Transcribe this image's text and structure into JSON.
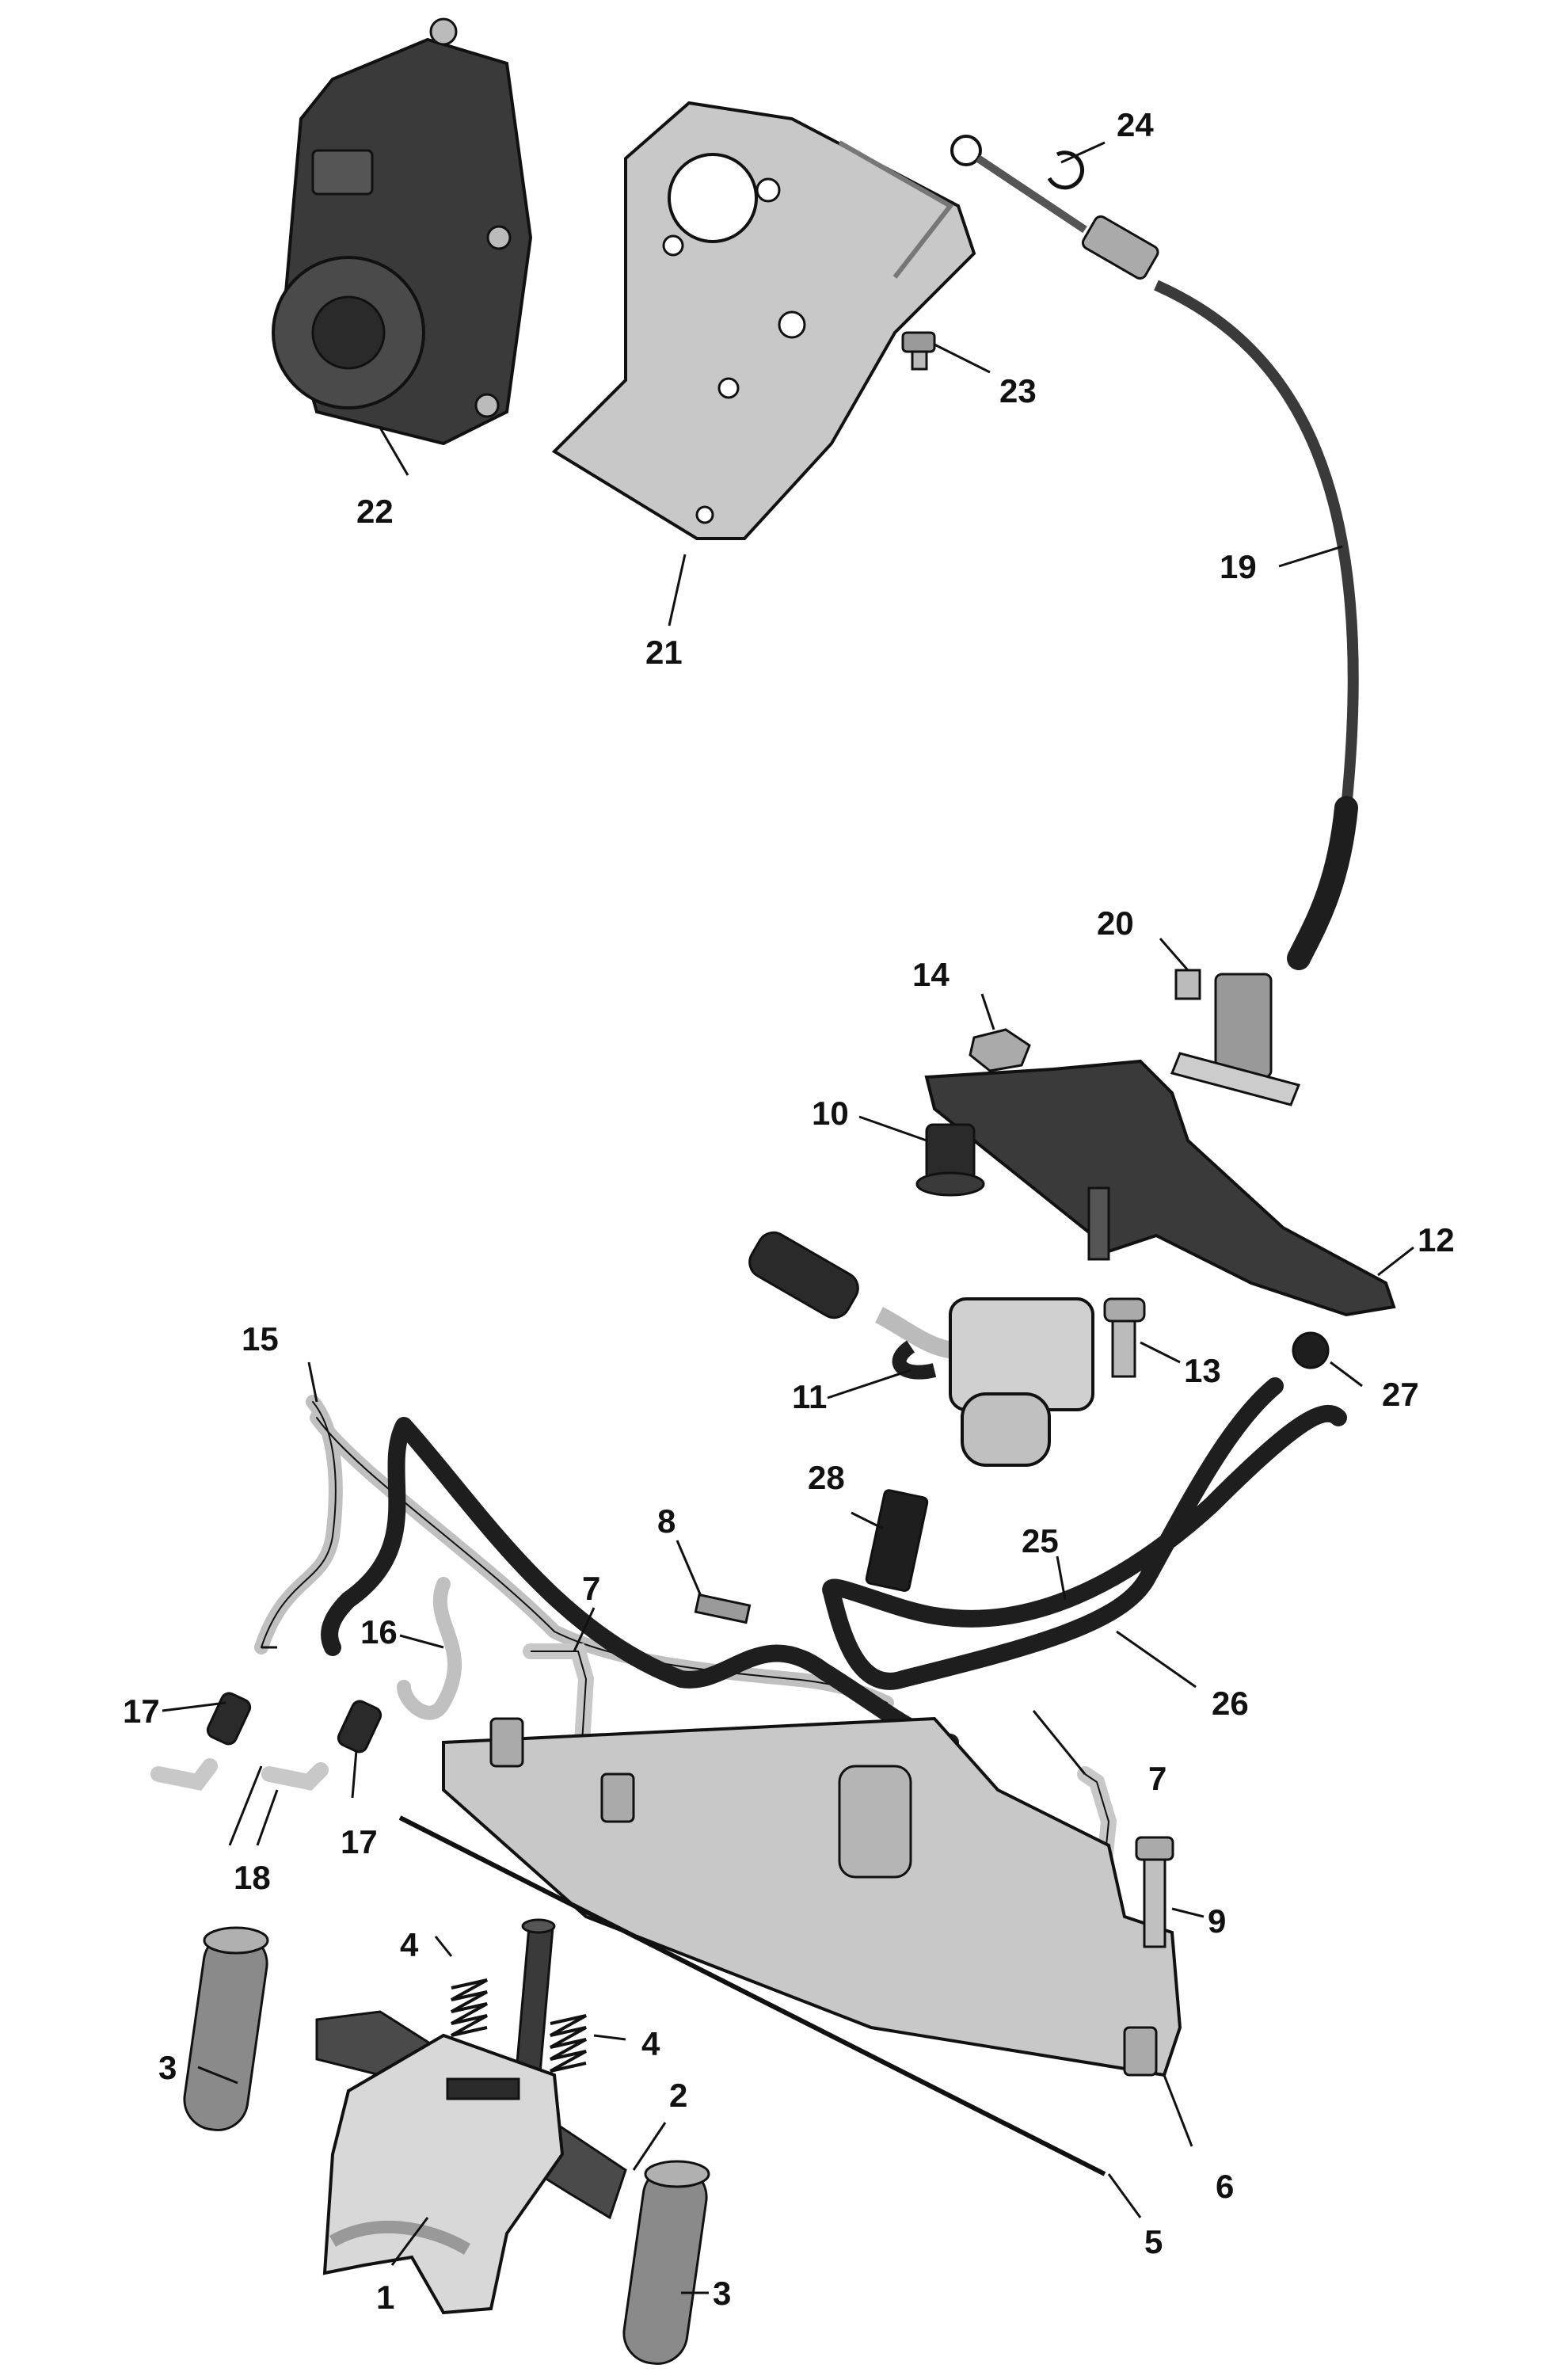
{
  "callouts": {
    "c1": "1",
    "c2": "2",
    "c3a": "3",
    "c3b": "3",
    "c4a": "4",
    "c4b": "4",
    "c5": "5",
    "c6": "6",
    "c7a": "7",
    "c7b": "7",
    "c8": "8",
    "c9": "9",
    "c10": "10",
    "c11": "11",
    "c12": "12",
    "c13": "13",
    "c14": "14",
    "c15": "15",
    "c16": "16",
    "c17a": "17",
    "c17b": "17",
    "c18": "18",
    "c19": "19",
    "c20": "20",
    "c21": "21",
    "c22": "22",
    "c23": "23",
    "c24": "24",
    "c25": "25",
    "c26": "26",
    "c27": "27",
    "c28": "28"
  },
  "palette": {
    "part_light": "#c8c8c8",
    "part_mid": "#9a9a9a",
    "part_dark": "#3a3a3a",
    "hose_dark": "#1e1e1e",
    "outline": "#111111"
  }
}
